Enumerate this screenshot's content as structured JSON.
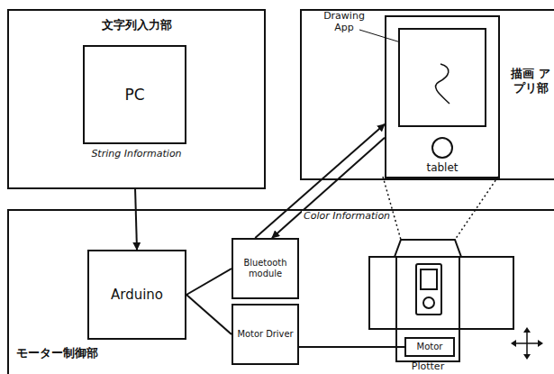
{
  "diagram": {
    "nodes": [
      {
        "text": [
          "文字列入力部"
        ]
      },
      {
        "text": [
          "PC"
        ],
        "in": 0
      },
      {
        "text": [
          "描画 アプリ部"
        ]
      },
      {
        "text": [
          "tablet"
        ],
        "in": 2
      },
      {
        "text": [
          "モーター制御部"
        ]
      },
      {
        "text": [
          "Arduino"
        ],
        "in": 4
      },
      {
        "text": [
          "Bluetooth module"
        ],
        "in": 4
      },
      {
        "text": [
          "Motor Driver"
        ],
        "in": 4
      },
      {
        "text": [
          "Motor"
        ],
        "in": 4
      }
    ],
    "edges": [
      {
        "from": 0,
        "to": 5,
        "arrow": "to"
      },
      {
        "from": 6,
        "to": 3,
        "arrow": "to"
      },
      {
        "from": 3,
        "to": 6,
        "label": "Color Information",
        "arrow": "to"
      },
      {
        "from": 5,
        "to": 6,
        "arrow": "none"
      },
      {
        "from": 5,
        "to": 7,
        "arrow": "none"
      },
      {
        "from": 7,
        "to": 8,
        "arrow": "none"
      }
    ],
    "labels": [
      "String Information",
      "Drawing App",
      "Plotter"
    ]
  }
}
